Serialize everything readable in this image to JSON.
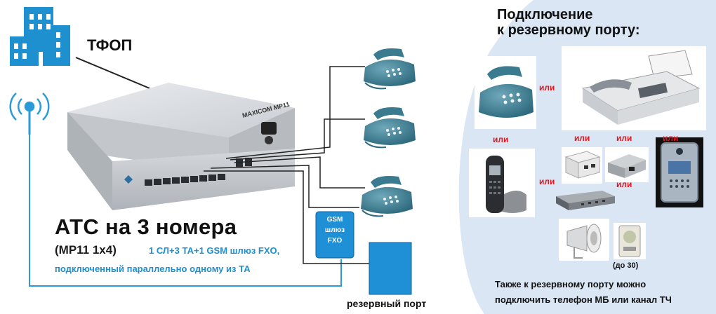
{
  "labels": {
    "pstn": "ТФОП",
    "pbx_title": "АТС на 3 номера",
    "pbx_model": "(MP11 1x4)",
    "pbx_desc_line1": "1 СЛ+3  ТА+1 GSM шлюз FXO,",
    "pbx_desc_line2": "подключенный параллельно одному из ТА",
    "gsm_line1": "GSM",
    "gsm_line2": "шлюз",
    "gsm_line3": "FXO",
    "reserve_port": "резервный порт",
    "device_brand": "MAXICOM MP11"
  },
  "panel": {
    "title_line1": "Подключение",
    "title_line2": "к резервному порту:",
    "or_label": "или",
    "upto_label": "(до 30)",
    "footer_line1": "Также к резервному порту можно",
    "footer_line2": "подключить телефон МБ или канал ТЧ"
  },
  "colors": {
    "panel_bg": "#dbe6f4",
    "accent_blue": "#1e8fcf",
    "line_blue": "#2a9ad8",
    "or_red": "#e0171f",
    "phone_teal": "#3f7f93",
    "box_blue": "#1f8fd6",
    "building_blue": "#1e8fcf"
  },
  "icons": [
    "building-icon",
    "antenna-icon",
    "pbx-device",
    "desk-phone-icon",
    "fax-machine-icon",
    "dect-phone-icon",
    "gsm-gateway-box",
    "reserve-port-box",
    "amplifier-icon",
    "loudspeaker-icon",
    "intercom-panel-icon",
    "doorphone-icon"
  ]
}
